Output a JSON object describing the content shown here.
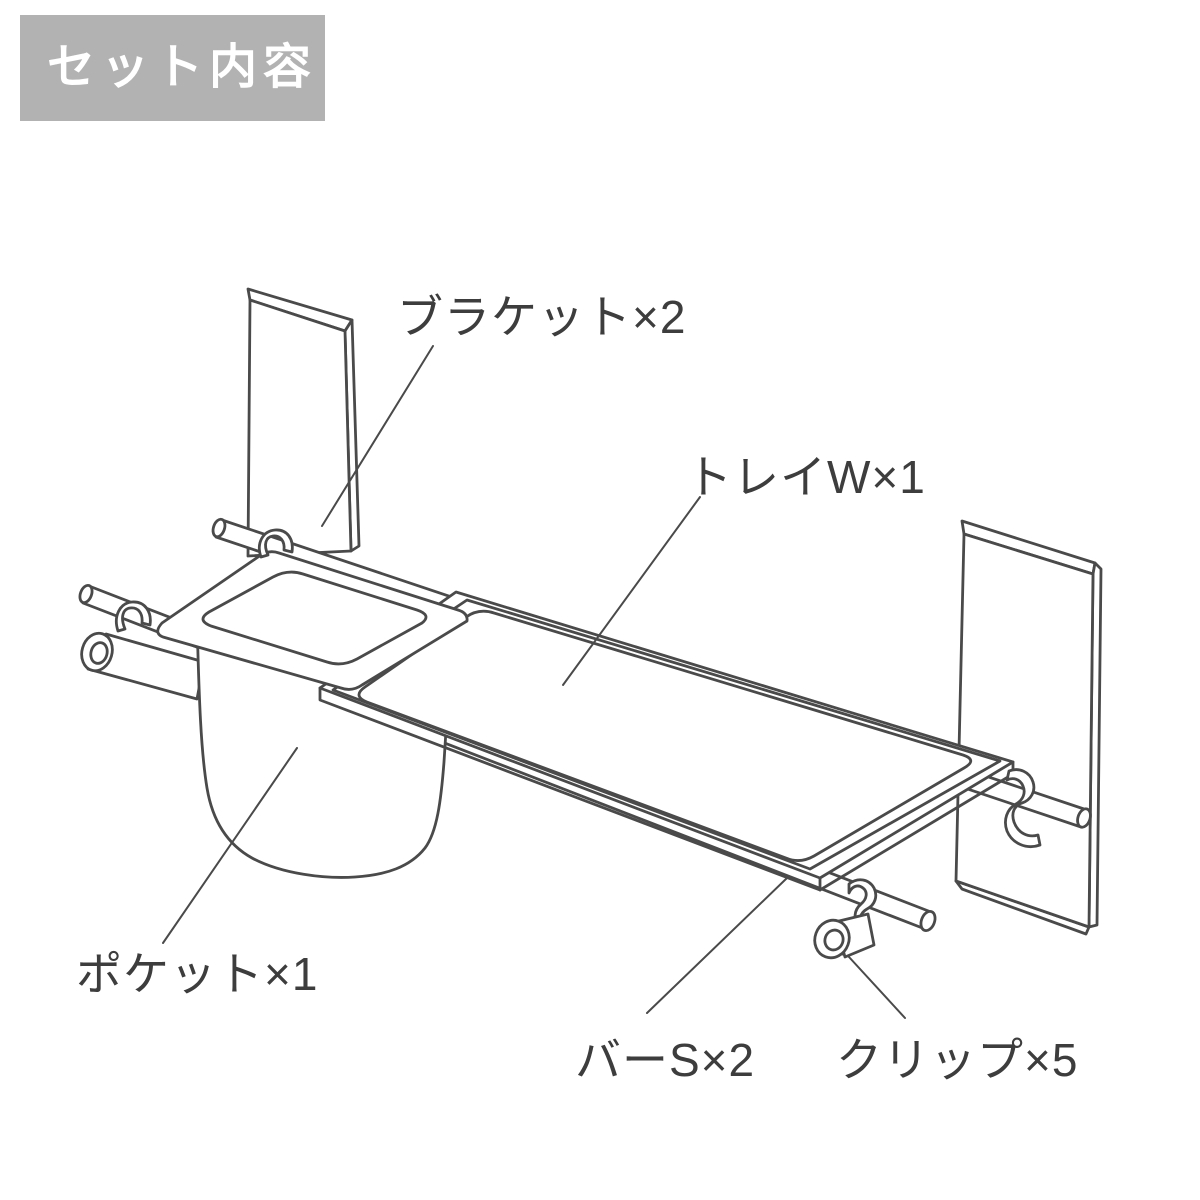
{
  "badge": {
    "label": "セット内容",
    "bg_color": "#b2b2b2",
    "text_color": "#ffffff"
  },
  "diagram": {
    "stroke_color": "#4a4a4a",
    "parts": [
      {
        "id": "bracket",
        "label": "ブラケット×2",
        "name": "ブラケット",
        "qty": 2
      },
      {
        "id": "tray",
        "label": "トレイW×1",
        "name": "トレイW",
        "qty": 1
      },
      {
        "id": "pocket",
        "label": "ポケット×1",
        "name": "ポケット",
        "qty": 1
      },
      {
        "id": "bar",
        "label": "バーS×2",
        "name": "バーS",
        "qty": 2
      },
      {
        "id": "clip",
        "label": "クリップ×5",
        "name": "クリップ",
        "qty": 5
      }
    ]
  }
}
